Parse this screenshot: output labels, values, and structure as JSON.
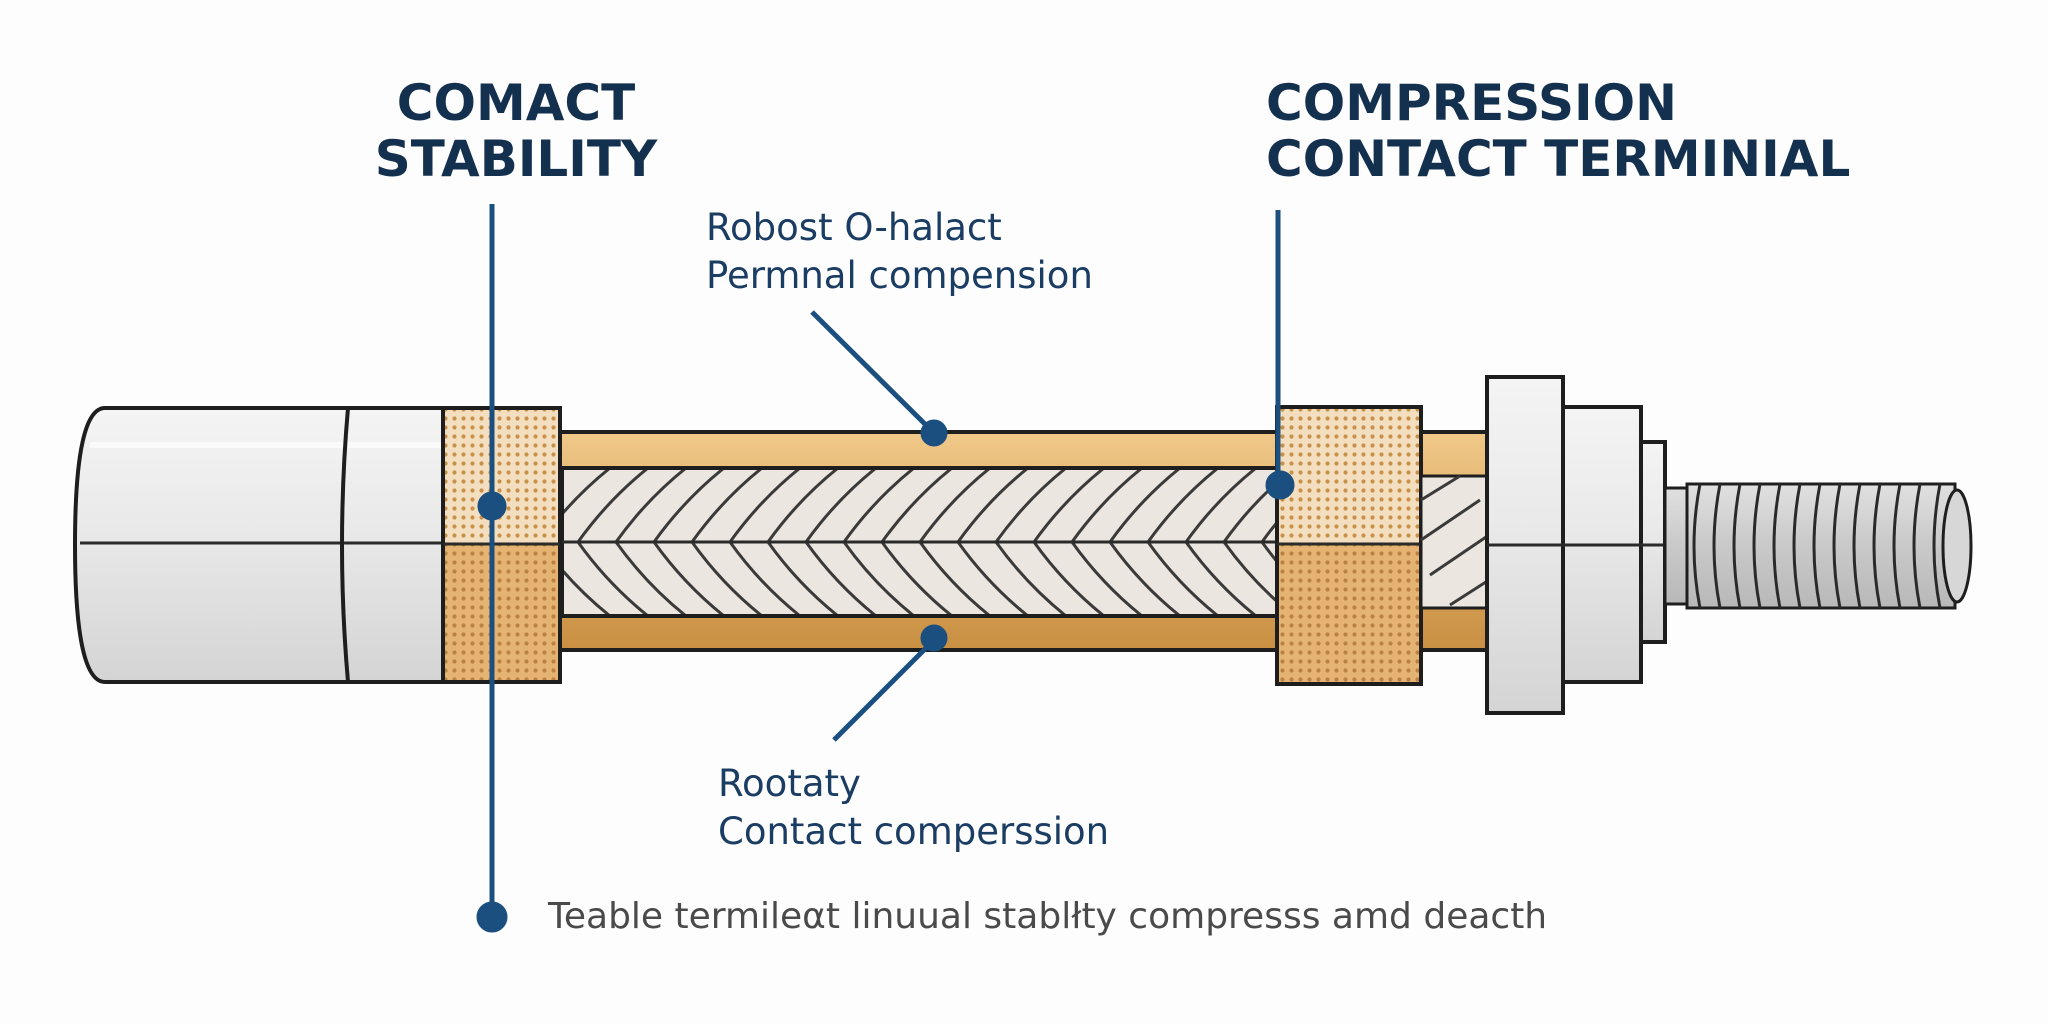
{
  "titles": {
    "left": {
      "line1": "COMACT",
      "line2": "STABILITY"
    },
    "right": {
      "line1": "COMPRESSION",
      "line2": "CONTACT TERMINIAL"
    }
  },
  "callouts": {
    "top": {
      "line1": "Robost O-halact",
      "line2": "Permnal compension"
    },
    "bottom": {
      "line1": "Rootaty",
      "line2": "Contact comperssion"
    }
  },
  "caption": "Teable termileαt linuual stablłty compresss amd deacth",
  "colors": {
    "title": "#13304f",
    "leader_line": "#1b4f80",
    "copper": "#d8a459",
    "metal": "#e8e8e8",
    "outline": "#1e1e1e"
  }
}
